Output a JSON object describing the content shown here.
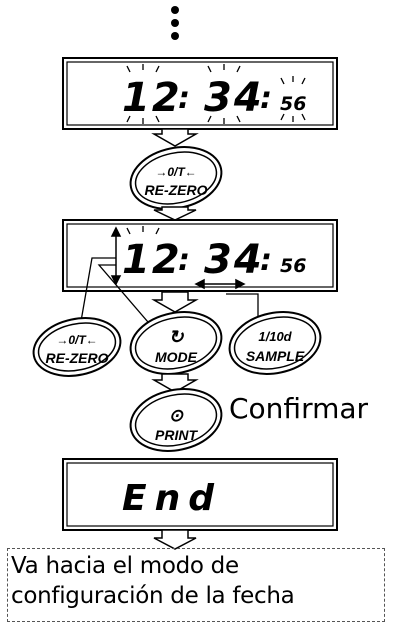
{
  "display_blinking_time": {
    "hours": "12",
    "minutes": "34",
    "seconds": "56",
    "sep": ":"
  },
  "display_selected_time": {
    "hours": "12",
    "minutes": "34",
    "seconds": "56",
    "sep": ":"
  },
  "display_end": {
    "text": "End"
  },
  "buttons": {
    "rezero_top": {
      "symbol": "→0/T←",
      "label": "RE-ZERO"
    },
    "rezero": {
      "symbol": "→0/T←",
      "label": "RE-ZERO"
    },
    "mode": {
      "symbol": "↻",
      "label": "MODE"
    },
    "sample": {
      "symbol": "1/10d",
      "label": "SAMPLE"
    },
    "print": {
      "symbol": "⊙",
      "label": "PRINT"
    }
  },
  "confirm_label": "Confirmar",
  "caption": {
    "line1": "Va hacia el modo de",
    "line2": "configuración de la fecha"
  },
  "colors": {
    "stroke": "#000000",
    "background": "#ffffff"
  }
}
